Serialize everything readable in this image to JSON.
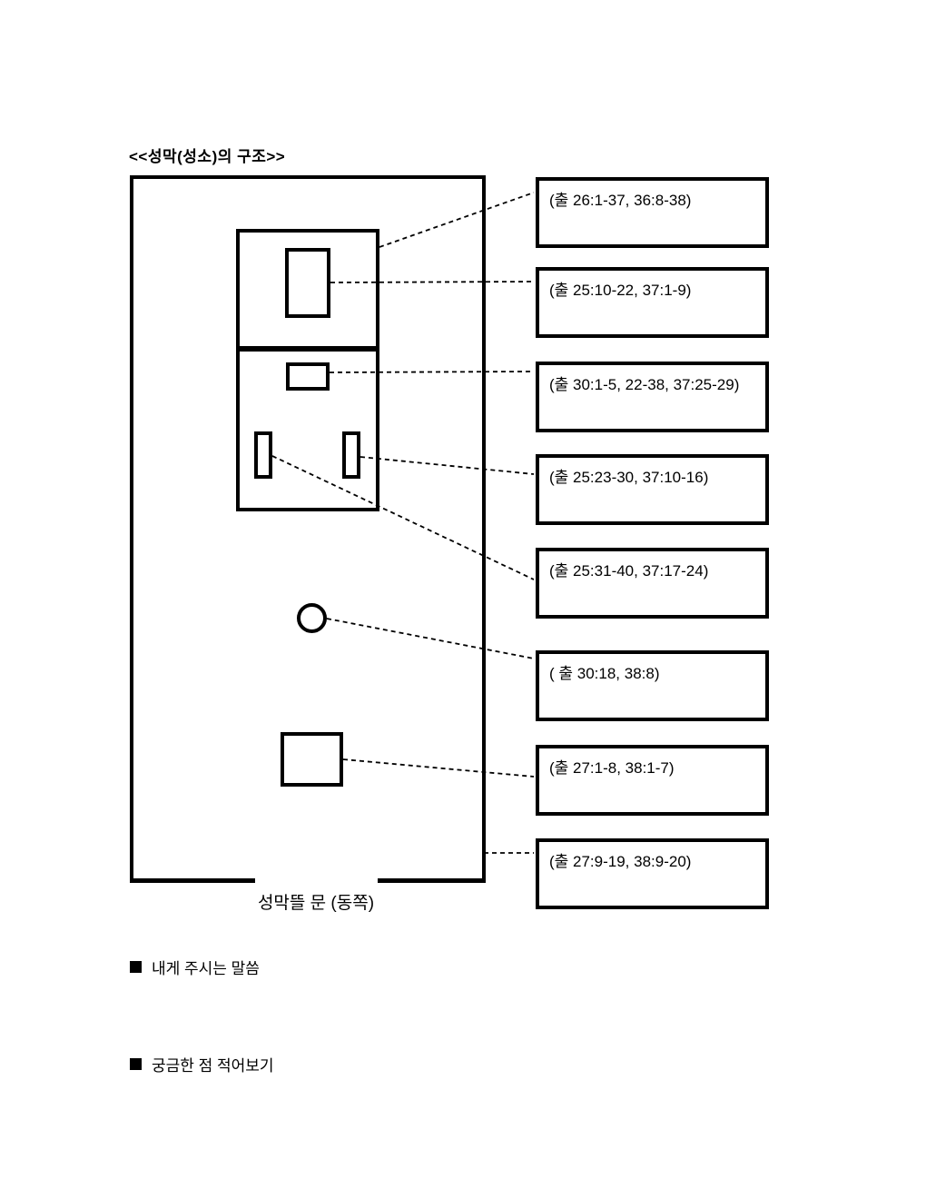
{
  "page": {
    "title": "<<성막(성소)의 구조>>",
    "gate_label": "성막뜰 문 (동쪽)",
    "notes": [
      {
        "label": "내게 주시는 말씀"
      },
      {
        "label": "궁금한 점 적어보기"
      }
    ]
  },
  "diagram": {
    "ink_color": "#000000",
    "background_color": "#ffffff",
    "references": [
      {
        "text": "(출 26:1-37, 36:8-38)"
      },
      {
        "text": "(출 25:10-22, 37:1-9)"
      },
      {
        "text": "(출 30:1-5, 22-38, 37:25-29)"
      },
      {
        "text": "(출 25:23-30, 37:10-16)"
      },
      {
        "text": "(출 25:31-40, 37:17-24)"
      },
      {
        "text": "( 출 30:18, 38:8)"
      },
      {
        "text": "(출 27:1-8, 38:1-7)"
      },
      {
        "text": "(출 27:9-19, 38:9-20)"
      }
    ]
  }
}
